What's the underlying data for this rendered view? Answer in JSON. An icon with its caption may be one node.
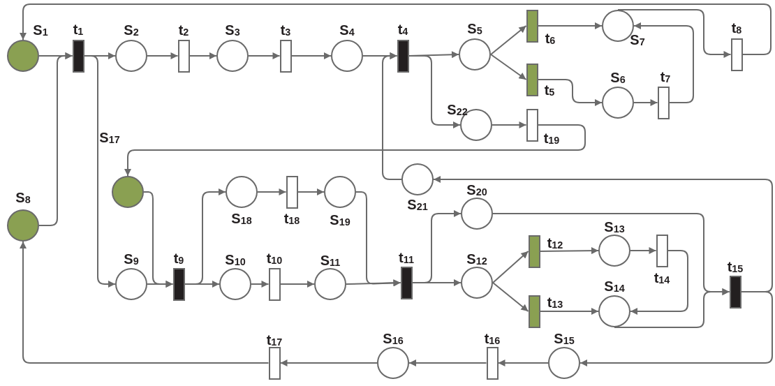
{
  "diagram": {
    "nodes": [
      {
        "text": [
          "S$_{1}$"
        ]
      },
      {
        "text": [
          "t$_{1}$"
        ]
      },
      {
        "text": [
          "S$_{2}$"
        ]
      },
      {
        "text": [
          "t$_{2}$"
        ]
      },
      {
        "text": [
          "S$_{3}$"
        ]
      },
      {
        "text": [
          "t$_{3}$"
        ]
      },
      {
        "text": [
          "S$_{4}$"
        ]
      },
      {
        "text": [
          "t$_{4}$"
        ]
      },
      {
        "text": [
          "S$_{5}$"
        ]
      },
      {
        "text": [
          "t$_{6}$"
        ]
      },
      {
        "text": [
          "S$_{7}$"
        ]
      },
      {
        "text": [
          "t$_{8}$"
        ]
      },
      {
        "text": [
          "t$_{5}$"
        ]
      },
      {
        "text": [
          "S$_{6}$"
        ]
      },
      {
        "text": [
          "t$_{7}$"
        ]
      },
      {
        "text": [
          "S$_{22}$"
        ]
      },
      {
        "text": [
          "t$_{19}$"
        ]
      },
      {
        "text": [
          "S$_{17}$"
        ]
      },
      {
        "text": [
          "S$_{21}$"
        ]
      },
      {
        "text": [
          "S$_{8}$"
        ]
      },
      {
        "text": [
          "S$_{18}$"
        ]
      },
      {
        "text": [
          "t$_{18}$"
        ]
      },
      {
        "text": [
          "S$_{19}$"
        ]
      },
      {
        "text": [
          "S$_{20}$"
        ]
      },
      {
        "text": [
          "S$_{9}$"
        ]
      },
      {
        "text": [
          "t$_{9}$"
        ]
      },
      {
        "text": [
          "S$_{10}$"
        ]
      },
      {
        "text": [
          "t$_{10}$"
        ]
      },
      {
        "text": [
          "S$_{11}$"
        ]
      },
      {
        "text": [
          "t$_{11}$"
        ]
      },
      {
        "text": [
          "S$_{12}$"
        ]
      },
      {
        "text": [
          "t$_{12}$"
        ]
      },
      {
        "text": [
          "S$_{13}$"
        ]
      },
      {
        "text": [
          "t$_{14}$"
        ]
      },
      {
        "text": [
          "t$_{13}$"
        ]
      },
      {
        "text": [
          "S$_{14}$"
        ]
      },
      {
        "text": [
          "t$_{15}$"
        ]
      },
      {
        "text": [
          "S$_{16}$"
        ]
      },
      {
        "text": [
          "t$_{16}$"
        ]
      },
      {
        "text": [
          "S$_{15}$"
        ]
      },
      {
        "text": [
          "t$_{17}$"
        ]
      }
    ],
    "edges": [
      {
        "from": 0,
        "to": 1,
        "arrow": "to"
      },
      {
        "from": 1,
        "to": 2,
        "arrow": "to"
      },
      {
        "from": 2,
        "to": 3,
        "arrow": "to"
      },
      {
        "from": 3,
        "to": 4,
        "arrow": "to"
      },
      {
        "from": 4,
        "to": 5,
        "arrow": "to"
      },
      {
        "from": 5,
        "to": 6,
        "arrow": "to"
      },
      {
        "from": 6,
        "to": 7,
        "arrow": "to"
      },
      {
        "from": 7,
        "to": 8,
        "arrow": "to"
      },
      {
        "from": 8,
        "to": 9,
        "arrow": "to"
      },
      {
        "from": 8,
        "to": 12,
        "arrow": "to"
      },
      {
        "from": 9,
        "to": 10,
        "arrow": "to"
      },
      {
        "from": 12,
        "to": 13,
        "arrow": "to"
      },
      {
        "from": 13,
        "to": 14,
        "arrow": "to"
      },
      {
        "from": 14,
        "to": 10,
        "arrow": "to"
      },
      {
        "from": 10,
        "to": 11,
        "arrow": "to"
      },
      {
        "from": 11,
        "to": 0,
        "arrow": "to"
      },
      {
        "from": 7,
        "to": 15,
        "arrow": "to"
      },
      {
        "from": 15,
        "to": 16,
        "arrow": "to"
      },
      {
        "from": 16,
        "to": 17,
        "arrow": "to"
      },
      {
        "from": 18,
        "to": 7,
        "arrow": "to"
      },
      {
        "from": 36,
        "to": 18,
        "arrow": "to"
      },
      {
        "from": 19,
        "to": 1,
        "arrow": "to"
      },
      {
        "from": 1,
        "to": 24,
        "arrow": "to"
      },
      {
        "from": 24,
        "to": 25,
        "arrow": "to"
      },
      {
        "from": 17,
        "to": 25,
        "arrow": "to"
      },
      {
        "from": 25,
        "to": 26,
        "arrow": "to"
      },
      {
        "from": 25,
        "to": 20,
        "arrow": "to"
      },
      {
        "from": 20,
        "to": 21,
        "arrow": "to"
      },
      {
        "from": 21,
        "to": 22,
        "arrow": "to"
      },
      {
        "from": 22,
        "to": 29,
        "arrow": "to"
      },
      {
        "from": 26,
        "to": 27,
        "arrow": "to"
      },
      {
        "from": 27,
        "to": 28,
        "arrow": "to"
      },
      {
        "from": 28,
        "to": 29,
        "arrow": "to"
      },
      {
        "from": 29,
        "to": 30,
        "arrow": "to"
      },
      {
        "from": 29,
        "to": 23,
        "arrow": "to"
      },
      {
        "from": 30,
        "to": 31,
        "arrow": "to"
      },
      {
        "from": 30,
        "to": 34,
        "arrow": "to"
      },
      {
        "from": 31,
        "to": 32,
        "arrow": "to"
      },
      {
        "from": 32,
        "to": 33,
        "arrow": "to"
      },
      {
        "from": 33,
        "to": 35,
        "arrow": "to"
      },
      {
        "from": 34,
        "to": 35,
        "arrow": "to"
      },
      {
        "from": 23,
        "to": 36,
        "arrow": "to"
      },
      {
        "from": 35,
        "to": 36,
        "arrow": "to"
      },
      {
        "from": 36,
        "to": 39,
        "arrow": "to"
      },
      {
        "from": 39,
        "to": 38,
        "arrow": "to"
      },
      {
        "from": 38,
        "to": 37,
        "arrow": "to"
      },
      {
        "from": 37,
        "to": 40,
        "arrow": "to"
      },
      {
        "from": 40,
        "to": 19,
        "arrow": "to"
      }
    ]
  }
}
